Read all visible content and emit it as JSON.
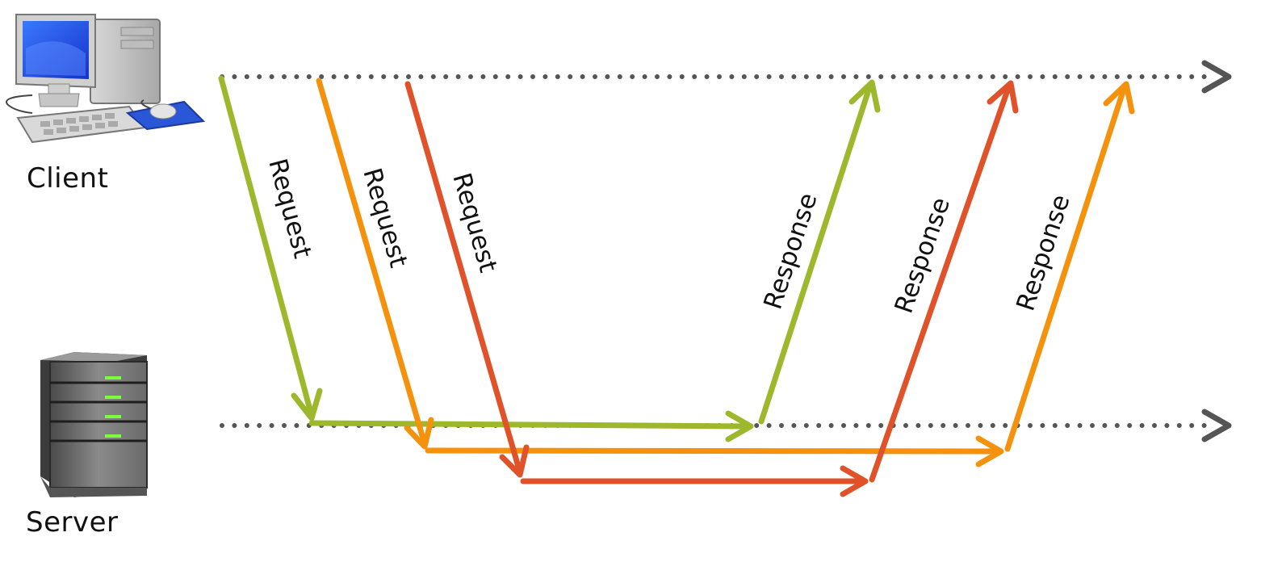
{
  "actors": {
    "client": {
      "label": "Client",
      "icon": "desktop-computer-icon"
    },
    "server": {
      "label": "Server",
      "icon": "server-tower-icon"
    }
  },
  "colors": {
    "timeline": "#555555",
    "flow_1": "#9DB82C",
    "flow_2": "#F4920E",
    "flow_3": "#E0522A"
  },
  "exchanges": [
    {
      "color": "#9DB82C",
      "request_label": "Request",
      "response_label": "Response"
    },
    {
      "color": "#F4920E",
      "request_label": "Request",
      "response_label": "Response"
    },
    {
      "color": "#E0522A",
      "request_label": "Request",
      "response_label": "Response"
    }
  ]
}
